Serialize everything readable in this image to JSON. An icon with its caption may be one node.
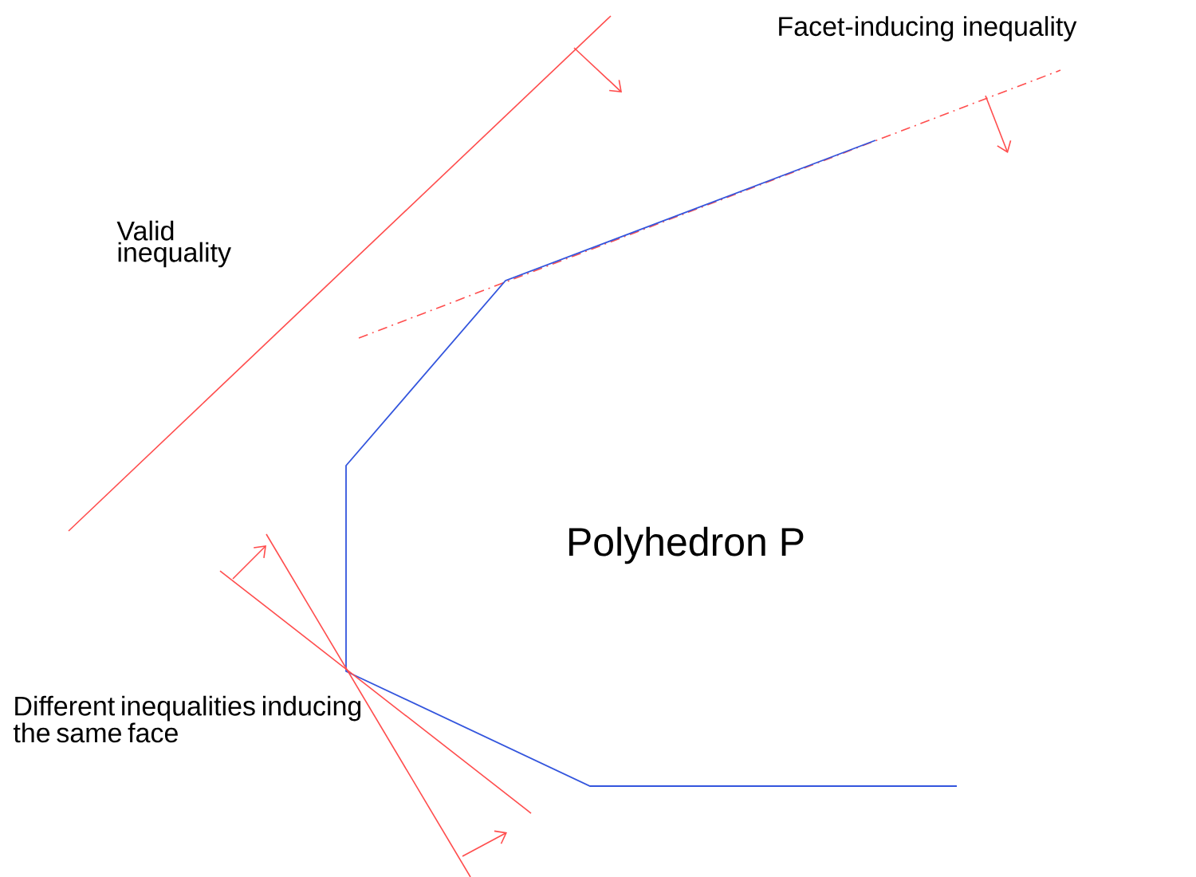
{
  "diagram": {
    "labels": [
      "Facet-inducing inequality",
      "Valid inequality",
      "Polyhedron  P",
      "Different inequalities inducing the same face"
    ]
  }
}
